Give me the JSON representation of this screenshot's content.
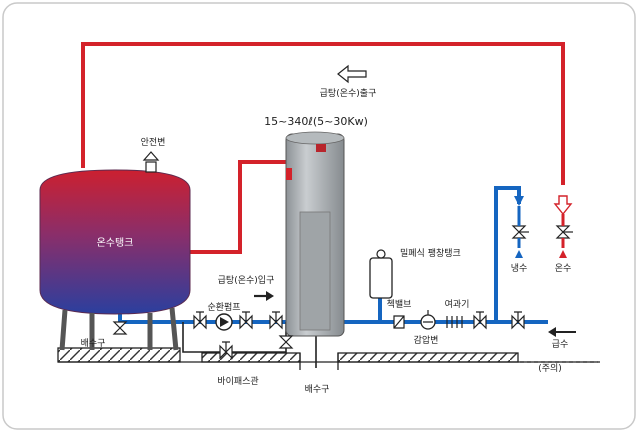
{
  "labels": {
    "hot_outlet": "급탕(온수)출구",
    "capacity": "15~340ℓ(5~30Kw)",
    "safety_valve": "안전변",
    "hot_tank": "온수탱크",
    "hot_inlet": "급탕(온수)입구",
    "expansion_tank": "밀폐식 팽창탱크",
    "circ_pump": "순환펌프",
    "drain_left": "배수구",
    "check_valve": "첵밸브",
    "strainer": "여과기",
    "pressure_valve": "감압변",
    "cold_water": "냉수",
    "hot_water": "온수",
    "supply": "급수",
    "bypass": "바이패스관",
    "drain_center": "배수구",
    "note": "(주의)"
  },
  "colors": {
    "hot_pipe": "#d4222a",
    "cold_pipe": "#1565c0",
    "tank_top": "#cc2030",
    "tank_bottom": "#2b3f9e",
    "heater_body": "#a3a8ab",
    "floor_hatch": "#333333"
  },
  "icons": [
    "arrow-left-icon",
    "arrow-right-icon",
    "arrow-down-icon",
    "gate-valve-icon",
    "pump-icon",
    "check-valve-icon",
    "strainer-icon",
    "faucet-icon"
  ]
}
